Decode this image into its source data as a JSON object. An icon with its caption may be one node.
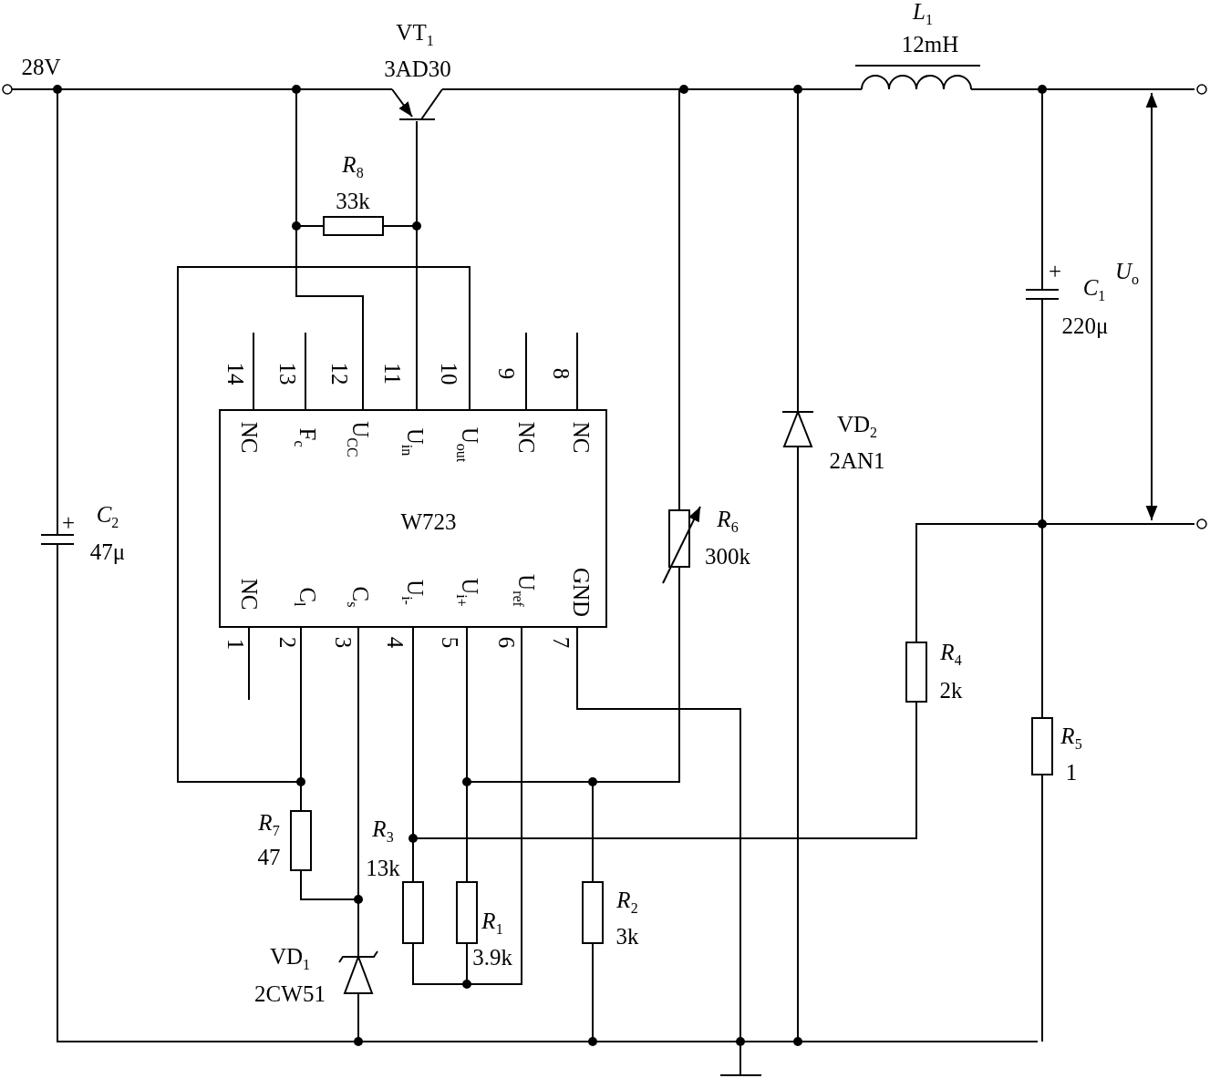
{
  "diagram": {
    "labels": [
      "28V",
      "VT$_{1}$",
      "3AD30",
      "*L*$_{1}$",
      "12mH",
      "*R*$_{8}$",
      "33k",
      "+",
      "*C*$_{1}$",
      "*U*$_{o}$",
      "220μ",
      "14",
      "13",
      "12",
      "11",
      "10",
      "9",
      "8",
      "NC",
      "F$_{c}$",
      "U$_{CC}$",
      "U$_{in}$",
      "U$_{out}$",
      "NC",
      "NC",
      "VD$_{2}$",
      "2AN1",
      "+",
      "*C*$_{2}$",
      "47μ",
      "W723",
      "*R*$_{6}$",
      "300k",
      "NC",
      "C$_{l}$",
      "C$_{s}$",
      "U$_{i-}$",
      "U$_{i+}$",
      "U$_{ref}$",
      "GND",
      "1",
      "2",
      "3",
      "4",
      "5",
      "6",
      "7",
      "*R*$_{4}$",
      "2k",
      "*R*$_{5}$",
      "1",
      "*R*$_{7}$",
      "47",
      "*R*$_{3}$",
      "13k",
      "*R*$_{1}$",
      "3.9k",
      "*R*$_{2}$",
      "3k",
      "VD$_{1}$",
      "2CW51"
    ]
  }
}
